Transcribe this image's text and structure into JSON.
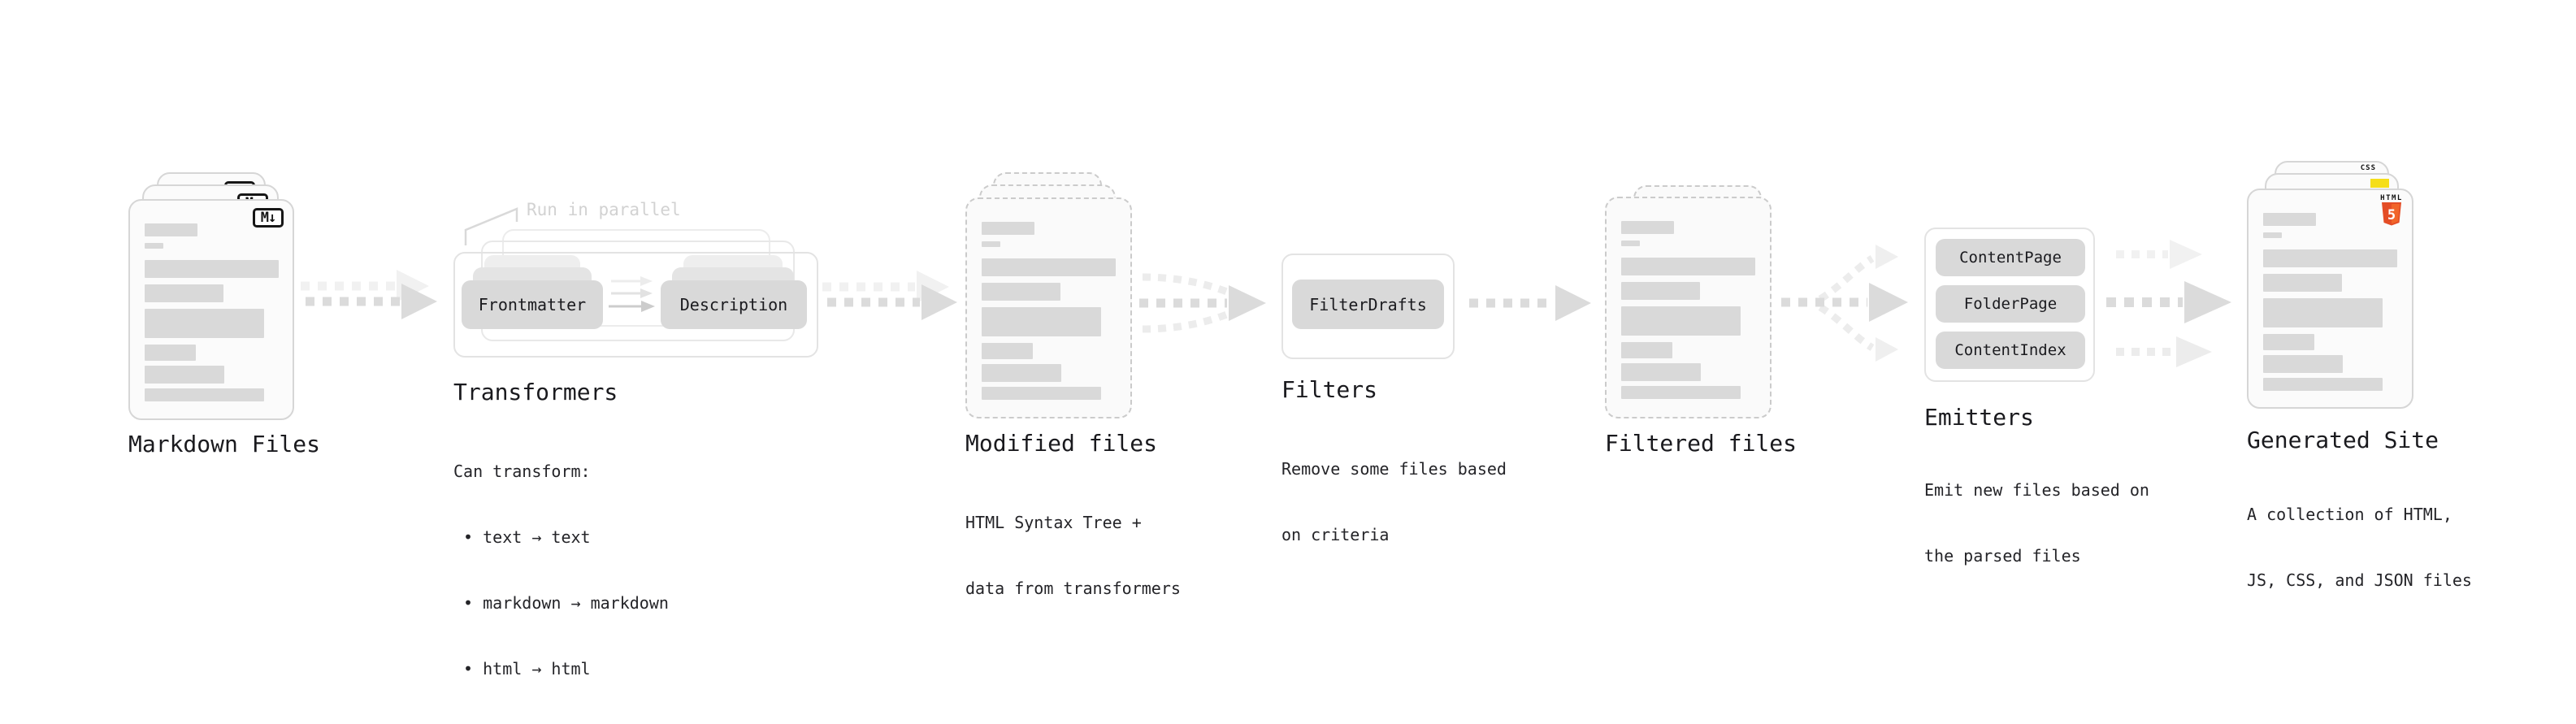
{
  "stages": {
    "markdown": {
      "label": "Markdown Files",
      "badge": "M↓"
    },
    "transformers": {
      "label": "Transformers",
      "note": "Run in parallel",
      "pill_left": "Frontmatter",
      "pill_right": "Description",
      "desc_line1": "Can transform:",
      "desc_line2": " • text → text",
      "desc_line3": " • markdown → markdown",
      "desc_line4": " • html → html"
    },
    "modified": {
      "label": "Modified files",
      "desc_line1": "HTML Syntax Tree +",
      "desc_line2": "data from transformers"
    },
    "filters": {
      "label": "Filters",
      "pill": "FilterDrafts",
      "desc_line1": "Remove some files based",
      "desc_line2": "on criteria"
    },
    "filtered": {
      "label": "Filtered files"
    },
    "emitters": {
      "label": "Emitters",
      "pill1": "ContentPage",
      "pill2": "FolderPage",
      "pill3": "ContentIndex",
      "desc_line1": "Emit new files based on",
      "desc_line2": "the parsed files"
    },
    "generated": {
      "label": "Generated Site",
      "desc_line1": "A collection of HTML,",
      "desc_line2": "JS, CSS, and JSON files",
      "badge_css": "CSS",
      "badge_html_caption": "HTML",
      "badge_html_number": "5"
    }
  },
  "skeleton_bars": [
    {
      "w": 65,
      "h": 16,
      "mb": 8
    },
    {
      "w": 23,
      "h": 7,
      "mb": 14
    },
    {
      "w": 165,
      "h": 22,
      "mb": 8
    },
    {
      "w": 97,
      "h": 22,
      "mb": 8
    },
    {
      "w": 147,
      "h": 36,
      "mb": 8
    },
    {
      "w": 63,
      "h": 20,
      "mb": 6
    },
    {
      "w": 98,
      "h": 22,
      "mb": 6
    },
    {
      "w": 147,
      "h": 16,
      "mb": 0
    }
  ],
  "colors": {
    "bar_gray": "#d9d9d9",
    "arrow_gray": "#dbdbdb",
    "arrow_light": "#efefef",
    "html5_orange": "#e44d26",
    "html5_orange_light": "#f16529",
    "js_yellow": "#f5de19",
    "css_blue": "#2e65e8",
    "note_gray": "#d2d2d2"
  }
}
